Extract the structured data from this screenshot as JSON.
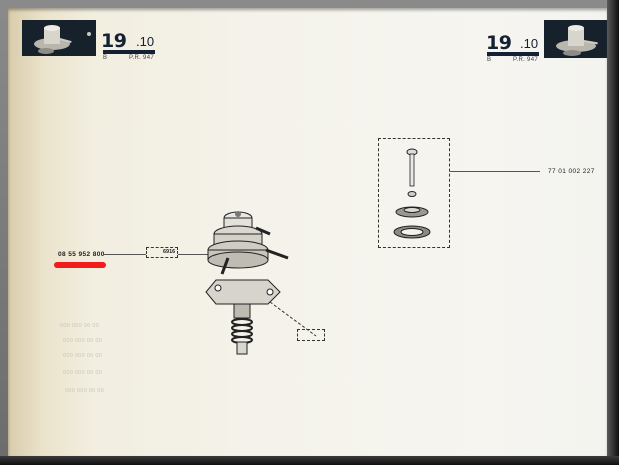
{
  "document": {
    "type": "parts catalog page",
    "header_left": {
      "section_number": "19",
      "section_sub": ".10",
      "edition_letter": "B",
      "reference": "P.R. 947",
      "thumbnail": "fuel-pump-thumbnail"
    },
    "header_right": {
      "section_number": "19",
      "section_sub": ".10",
      "edition_letter": "B",
      "reference": "P.R. 947",
      "thumbnail": "fuel-pump-thumbnail"
    },
    "callouts": [
      {
        "part_number": "08 55 952 800",
        "target": "fuel pump assembly",
        "highlighted": true,
        "highlight_color": "#f21c1c",
        "inline_code": "6916"
      },
      {
        "part_number": "77 01 002 227",
        "target": "mounting kit (bolt, washer, spacer, gasket)",
        "highlighted": false
      }
    ],
    "illustrations": [
      {
        "name": "fuel-pump",
        "description": "mechanical fuel pump with mounting flange and spring"
      },
      {
        "name": "mounting-kit",
        "description": "bolt, small washer, toothed washer, gasket inside dashed box"
      }
    ],
    "ghost_text_rows": [
      "000 000 00 00",
      "000 000 00 00",
      "000 000 00 00",
      "000 000 00 00",
      "000 000 00 00"
    ]
  }
}
